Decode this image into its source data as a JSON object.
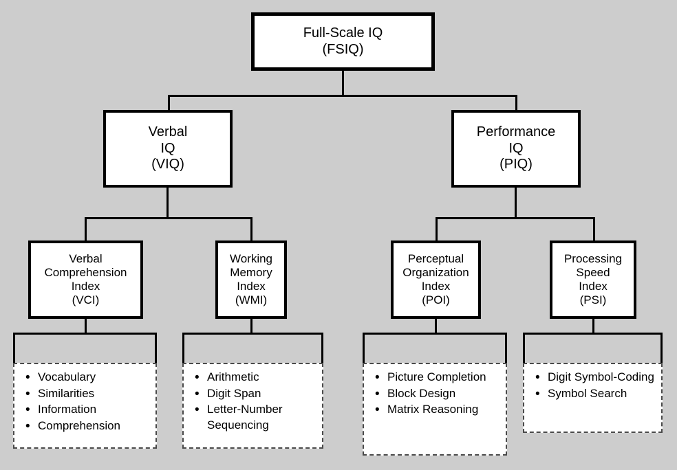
{
  "diagram": {
    "title": "WAIS Full-Scale IQ hierarchical structure",
    "background_color": "#cdcdcd",
    "line_color": "#000000",
    "box_fill": "#ffffff",
    "dashed_border_color": "#4a4a4a"
  },
  "root": {
    "line1": "Full-Scale IQ",
    "line2": "(FSIQ)"
  },
  "tier2": [
    {
      "line1": "Verbal",
      "line2": "IQ",
      "line3": "(VIQ)"
    },
    {
      "line1": "Performance",
      "line2": "IQ",
      "line3": "(PIQ)"
    }
  ],
  "tier3": [
    {
      "line1": "Verbal",
      "line2": "Comprehension",
      "line3": "Index",
      "line4": "(VCI)"
    },
    {
      "line1": "Working",
      "line2": "Memory",
      "line3": "Index",
      "line4": "(WMI)"
    },
    {
      "line1": "Perceptual",
      "line2": "Organization",
      "line3": "Index",
      "line4": "(POI)"
    },
    {
      "line1": "Processing",
      "line2": "Speed",
      "line3": "Index",
      "line4": "(PSI)"
    }
  ],
  "subtests": {
    "vci": [
      {
        "text": "Vocabulary"
      },
      {
        "text": "Similarities"
      },
      {
        "text": "Information"
      },
      {
        "text": "Comprehension"
      }
    ],
    "wmi": [
      {
        "text": "Arithmetic"
      },
      {
        "text": "Digit Span"
      },
      {
        "text": "Letter-Number Sequencing"
      }
    ],
    "poi": [
      {
        "text": "Picture Completion"
      },
      {
        "text": "Block Design"
      },
      {
        "text": "Matrix Reasoning"
      }
    ],
    "psi": [
      {
        "text": "Digit Symbol-Coding"
      },
      {
        "text": "Symbol Search"
      }
    ]
  }
}
